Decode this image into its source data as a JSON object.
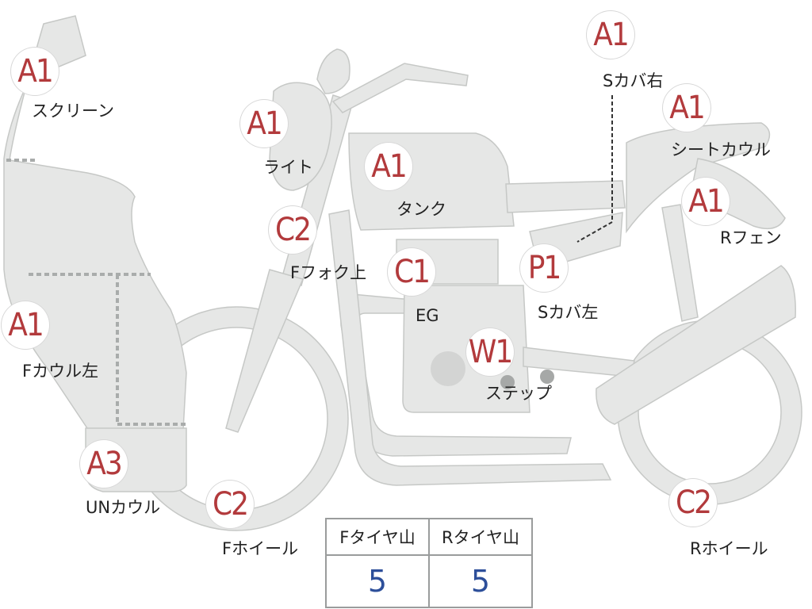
{
  "parts": [
    {
      "id": "screen",
      "grade": "A1",
      "label": "スクリーン"
    },
    {
      "id": "light",
      "grade": "A1",
      "label": "ライト"
    },
    {
      "id": "tank",
      "grade": "A1",
      "label": "タンク"
    },
    {
      "id": "s-cover-right",
      "grade": "A1",
      "label": "Sカバ右"
    },
    {
      "id": "seat-cowl",
      "grade": "A1",
      "label": "シートカウル"
    },
    {
      "id": "r-fender",
      "grade": "A1",
      "label": "Rフェン"
    },
    {
      "id": "f-fork-upper",
      "grade": "C2",
      "label": "Fフォク上"
    },
    {
      "id": "engine",
      "grade": "C1",
      "label": "EG"
    },
    {
      "id": "s-cover-left",
      "grade": "P1",
      "label": "Sカバ左"
    },
    {
      "id": "f-cowl-left",
      "grade": "A1",
      "label": "Fカウル左"
    },
    {
      "id": "step",
      "grade": "W1",
      "label": "ステップ"
    },
    {
      "id": "under-cowl",
      "grade": "A3",
      "label": "UNカウル"
    },
    {
      "id": "f-wheel",
      "grade": "C2",
      "label": "Fホイール"
    },
    {
      "id": "r-wheel",
      "grade": "C2",
      "label": "Rホイール"
    }
  ],
  "tires": {
    "front_label": "Fタイヤ山",
    "rear_label": "Rタイヤ山",
    "front_value": "5",
    "rear_value": "5"
  },
  "colors": {
    "grade": "#b23a3c",
    "tire_value": "#2d4f9a",
    "part_fill": "#e6e7e6"
  }
}
